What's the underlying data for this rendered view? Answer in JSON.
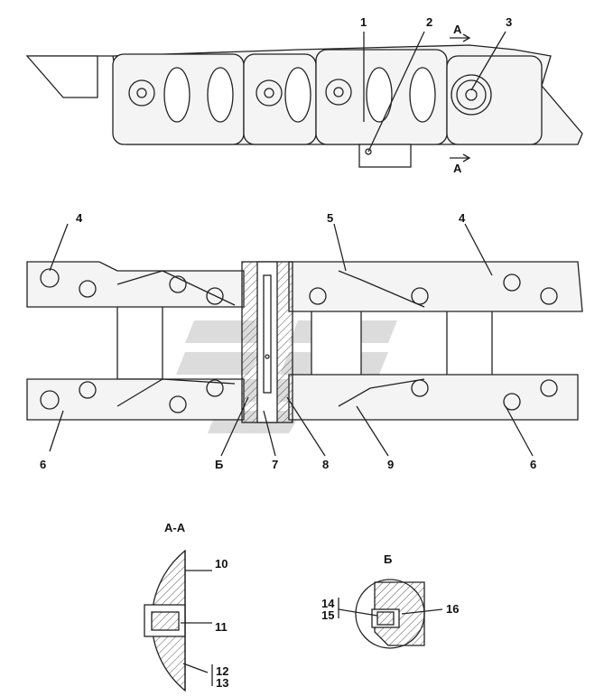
{
  "callouts": {
    "c1": "1",
    "c2": "2",
    "c3": "3",
    "c4a": "4",
    "c5": "5",
    "c4b": "4",
    "c6a": "6",
    "cB": "Б",
    "c7": "7",
    "c8": "8",
    "c9": "9",
    "c6b": "6",
    "c10": "10",
    "c11": "11",
    "c12": "12",
    "c13": "13",
    "c14": "14",
    "c15": "15",
    "c16": "16"
  },
  "section_marks": {
    "a_top": "А",
    "a_bottom": "А"
  },
  "views": {
    "section_aa": "А-А",
    "detail_b": "Б"
  },
  "colors": {
    "line": "#222222",
    "fill": "#f2f2f2",
    "hatch": "#555555",
    "watermark": "#d8d8d8"
  }
}
